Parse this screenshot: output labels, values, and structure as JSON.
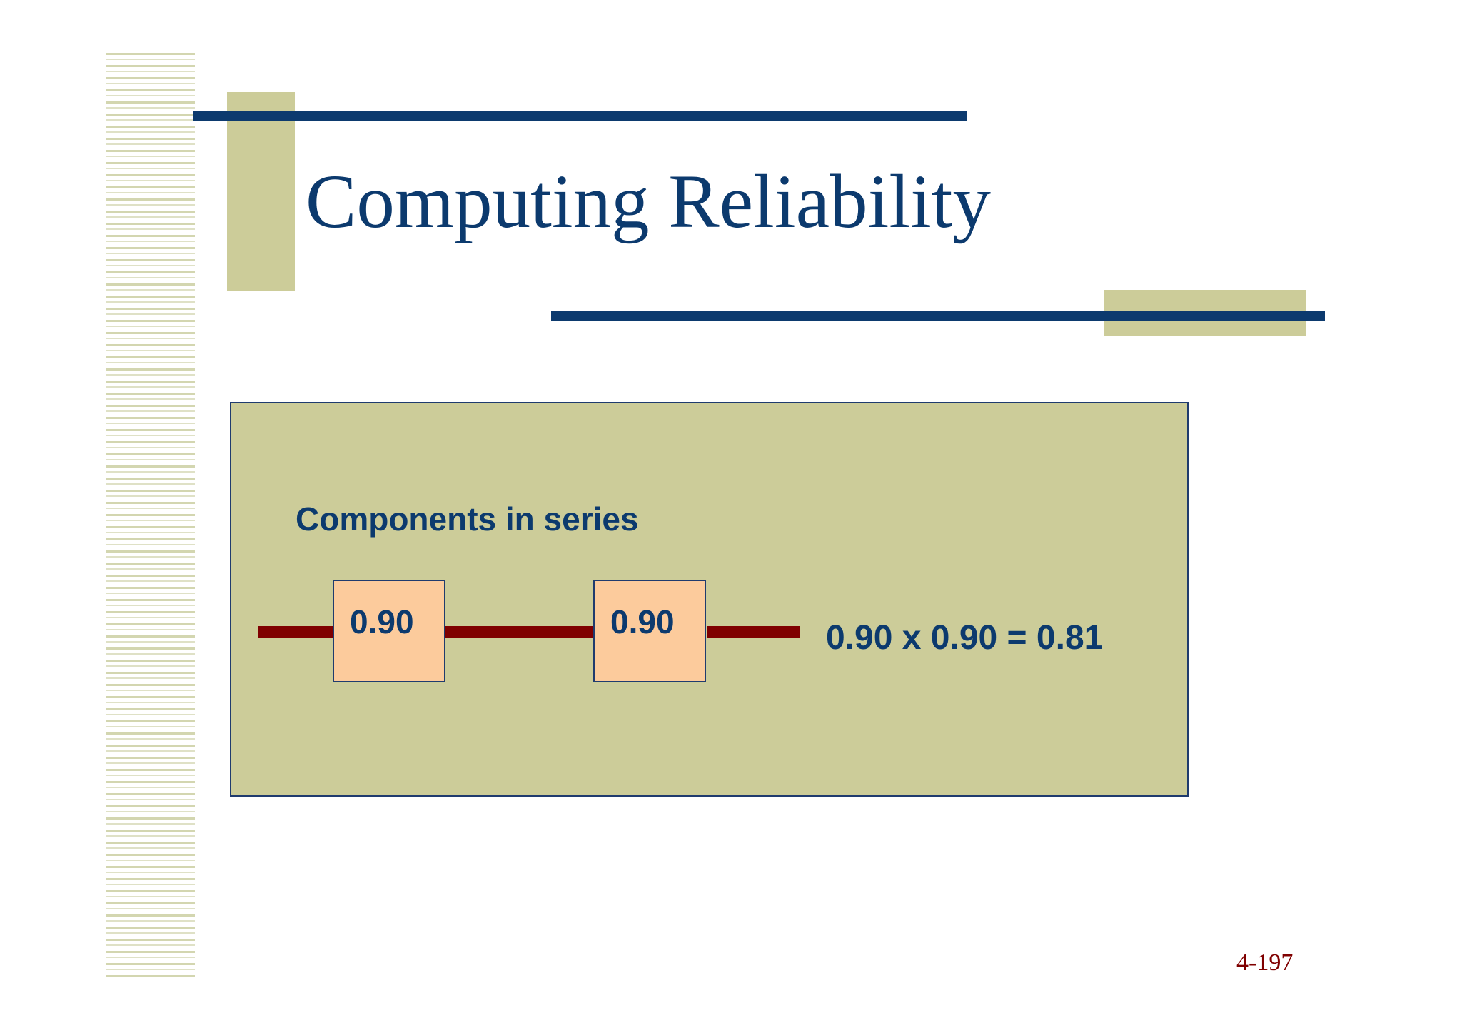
{
  "slide": {
    "title": "Computing Reliability",
    "page_number": "4-197"
  },
  "diagram": {
    "heading": "Components in series",
    "components": [
      {
        "reliability": "0.90"
      },
      {
        "reliability": "0.90"
      }
    ],
    "equation": "0.90 x 0.90 = 0.81"
  },
  "colors": {
    "accent_navy": "#0c3a6e",
    "khaki": "#cccc99",
    "component_fill": "#fccb9c",
    "wire": "#7f0000",
    "page_number": "#800000"
  }
}
